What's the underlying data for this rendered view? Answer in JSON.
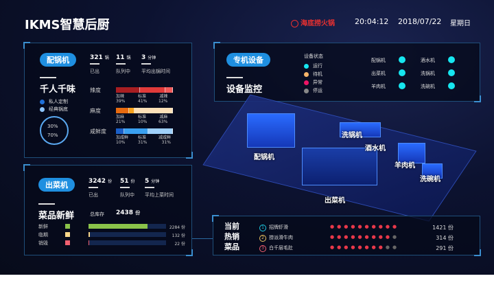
{
  "header": {
    "title": "IKMS智慧后厨",
    "brand": "海底捞火锅",
    "time": "20:04:12",
    "date": "2018/07/22",
    "weekday": "星期日"
  },
  "pot": {
    "tag": "配锅机",
    "title": "千人千味",
    "stats": [
      {
        "value": "321",
        "unit": "锅",
        "label": "已出"
      },
      {
        "value": "11",
        "unit": "锅",
        "label": "队列中"
      },
      {
        "value": "3",
        "unit": "分钟",
        "label": "平均出锅时间"
      }
    ],
    "legend": [
      {
        "label": "私人定制",
        "color": "#1f6fd8"
      },
      {
        "label": "经典锅底",
        "color": "#8ec5ff"
      }
    ],
    "ring": [
      "30%",
      "70%"
    ],
    "flavors": [
      {
        "name": "辣度",
        "colors": [
          "#a81e22",
          "#e03a3a",
          "#f05a5a"
        ],
        "parts": [
          {
            "label": "加辣",
            "pct": "39%"
          },
          {
            "label": "标准",
            "pct": "41%"
          },
          {
            "label": "减辣",
            "pct": "12%"
          }
        ]
      },
      {
        "name": "麻度",
        "colors": [
          "#e86b10",
          "#f7a21e",
          "#fde0b8"
        ],
        "parts": [
          {
            "label": "加麻",
            "pct": "21%"
          },
          {
            "label": "标准",
            "pct": "10%"
          },
          {
            "label": "减麻",
            "pct": "63%"
          }
        ]
      },
      {
        "name": "咸鲜度",
        "colors": [
          "#1a5fc8",
          "#3aa0f0",
          "#9fd0fa"
        ],
        "parts": [
          {
            "label": "加咸鲜",
            "pct": "10%"
          },
          {
            "label": "标准",
            "pct": "31%"
          },
          {
            "label": "减咸鲜",
            "pct": "31%"
          }
        ]
      }
    ]
  },
  "dish": {
    "tag": "出菜机",
    "title": "菜品新鲜",
    "stats": [
      {
        "value": "3242",
        "unit": "份",
        "label": "已出"
      },
      {
        "value": "51",
        "unit": "份",
        "label": "队列中"
      },
      {
        "value": "5",
        "unit": "分钟",
        "label": "平均上菜时间"
      }
    ],
    "stock_label": "总库存",
    "stock_value": "2438",
    "stock_unit": "份",
    "items": [
      {
        "name": "新鲜",
        "color": "#8bc34a",
        "value": "2284 份",
        "fraction": 0.76
      },
      {
        "name": "临期",
        "color": "#f8d78a",
        "value": "132 份",
        "fraction": 0.02
      },
      {
        "name": "销毁",
        "color": "#f06070",
        "value": "22 份",
        "fraction": 0.005
      }
    ]
  },
  "equip": {
    "tag": "专机设备",
    "title": "设备监控",
    "status_title": "设备状态",
    "statuses": [
      {
        "label": "运行",
        "color": "#16e6f0"
      },
      {
        "label": "待机",
        "color": "#f6b46a"
      },
      {
        "label": "异常",
        "color": "#ee1466"
      },
      {
        "label": "停运",
        "color": "#888888"
      }
    ],
    "machines": [
      {
        "name": "配锅机",
        "color": "#16e6f0"
      },
      {
        "name": "酒水机",
        "color": "#16e6f0"
      },
      {
        "name": "出菜机",
        "color": "#16e6f0"
      },
      {
        "name": "洗锅机",
        "color": "#16e6f0"
      },
      {
        "name": "羊肉机",
        "color": "#16e6f0"
      },
      {
        "name": "洗碗机",
        "color": "#16e6f0"
      }
    ]
  },
  "scene": {
    "labels": [
      "配锅机",
      "洗锅机",
      "酒水机",
      "羊肉机",
      "洗碗机",
      "出菜机"
    ]
  },
  "hot": {
    "title": [
      "当前",
      "热销",
      "菜品"
    ],
    "items": [
      {
        "rank": "1",
        "name": "招牌虾滑",
        "flames": 10,
        "value": "1421 份",
        "color": "#1ec8e0"
      },
      {
        "rank": "2",
        "name": "捞派滑牛肉",
        "flames": 9,
        "value": "314 份",
        "color": "#e8c060"
      },
      {
        "rank": "3",
        "name": "白千层毛肚",
        "flames": 8,
        "value": "291 份",
        "color": "#f06070"
      }
    ],
    "max_flames": 10
  }
}
